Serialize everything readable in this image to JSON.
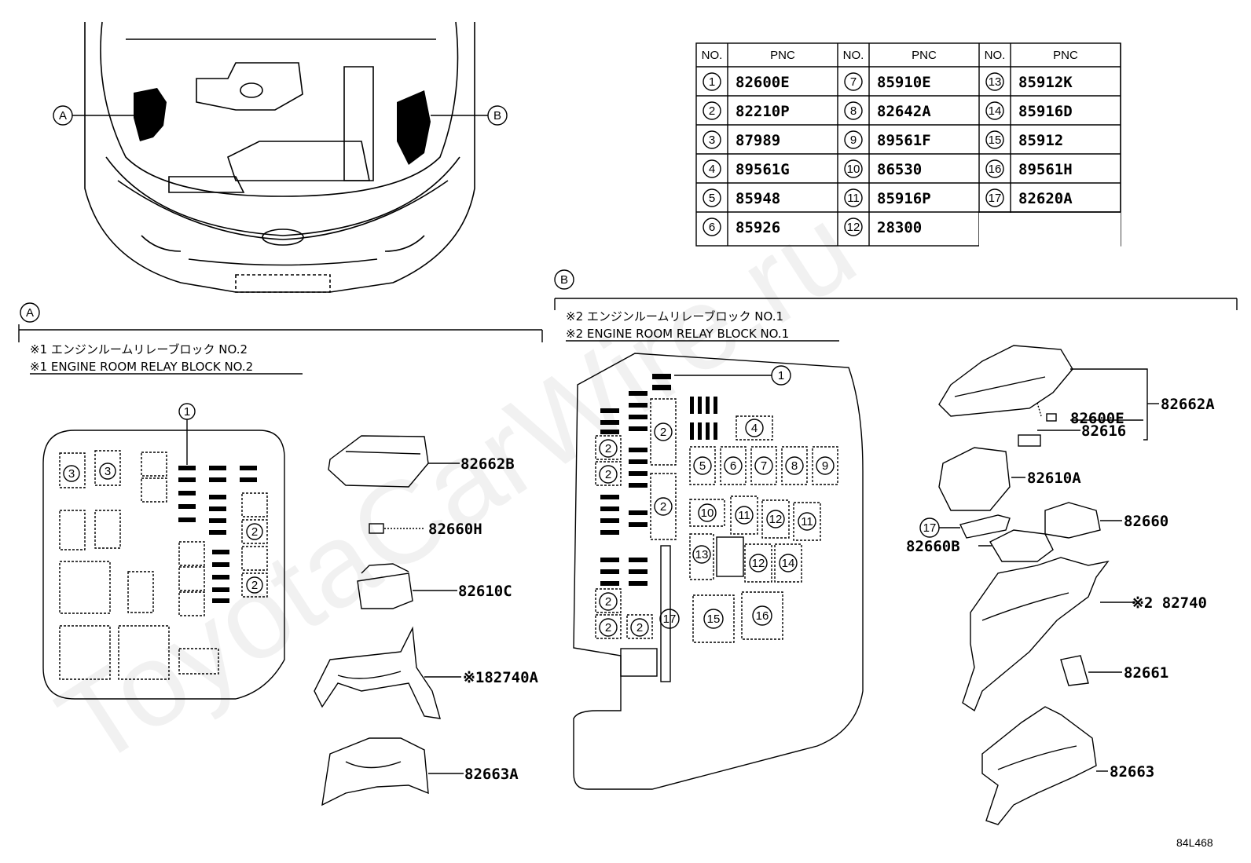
{
  "watermark": "ToyotaCarWire.ru",
  "diagram_code": "84L468",
  "labels": {
    "a": "A",
    "b": "B"
  },
  "section_a": {
    "caption_jp": "※1 エンジンルームリレーブロック NO.2",
    "caption_en": "※1 ENGINE ROOM RELAY BLOCK NO.2",
    "slot_numbers": [
      "1",
      "3",
      "3",
      "2",
      "2"
    ],
    "parts": [
      "82662B",
      "82660H",
      "82610C",
      "※182740A",
      "82663A"
    ]
  },
  "section_b": {
    "caption_jp": "※2 エンジンルームリレーブロック NO.1",
    "caption_en": "※2 ENGINE ROOM RELAY BLOCK NO.1",
    "slot_numbers": [
      "1",
      "2",
      "2",
      "2",
      "2",
      "4",
      "5",
      "6",
      "7",
      "8",
      "9",
      "10",
      "11",
      "12",
      "11",
      "13",
      "12",
      "14",
      "15",
      "16",
      "2",
      "2",
      "2",
      "17"
    ],
    "parts": [
      "82662A",
      "82600E",
      "82616",
      "82610A",
      "82660",
      "17",
      "82660B",
      "※2 82740",
      "82661",
      "82663"
    ]
  },
  "pnc_table": {
    "headers": [
      "NO.",
      "PNC",
      "NO.",
      "PNC",
      "NO.",
      "PNC"
    ],
    "rows": [
      [
        {
          "no": "1",
          "pnc": "82600E"
        },
        {
          "no": "7",
          "pnc": "85910E"
        },
        {
          "no": "13",
          "pnc": "85912K"
        }
      ],
      [
        {
          "no": "2",
          "pnc": "82210P"
        },
        {
          "no": "8",
          "pnc": "82642A"
        },
        {
          "no": "14",
          "pnc": "85916D"
        }
      ],
      [
        {
          "no": "3",
          "pnc": "87989"
        },
        {
          "no": "9",
          "pnc": "89561F"
        },
        {
          "no": "15",
          "pnc": "85912"
        }
      ],
      [
        {
          "no": "4",
          "pnc": "89561G"
        },
        {
          "no": "10",
          "pnc": "86530"
        },
        {
          "no": "16",
          "pnc": "89561H"
        }
      ],
      [
        {
          "no": "5",
          "pnc": "85948"
        },
        {
          "no": "11",
          "pnc": "85916P"
        },
        {
          "no": "17",
          "pnc": "82620A"
        }
      ],
      [
        {
          "no": "6",
          "pnc": "85926"
        },
        {
          "no": "12",
          "pnc": "28300"
        },
        {
          "no": "",
          "pnc": ""
        }
      ]
    ]
  }
}
